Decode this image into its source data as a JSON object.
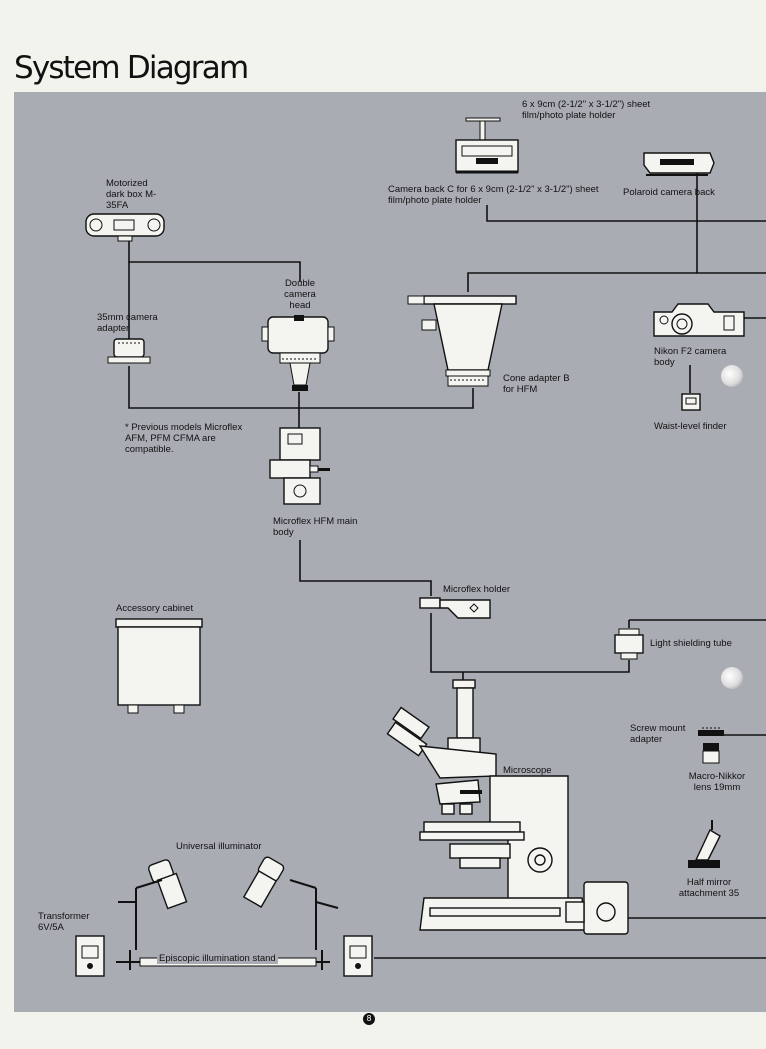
{
  "title": "System Diagram",
  "page_number": "8",
  "footnote": "* Previous models Microflex AFM, PFM CFMA are compatible.",
  "components": {
    "sheet_film_holder": "6 x 9cm (2-1/2\" x 3-1/2\") sheet film/photo plate holder",
    "camera_back_c": "Camera back C for 6 x 9cm (2-1/2\" x 3-1/2\") sheet film/photo plate holder",
    "polaroid_back": "Polaroid camera back",
    "motorized_dark_box": "Motorized dark box M-35FA",
    "double_camera_head": "Double camera head",
    "camera_adapter_35mm": "35mm camera adapter",
    "cone_adapter_b": "Cone adapter B for HFM",
    "nikon_f2": "Nikon F2 camera body",
    "waist_level_finder": "Waist-level finder",
    "microflex_main_body": "Microflex HFM main body",
    "microflex_holder": "Microflex holder",
    "accessory_cabinet": "Accessory cabinet",
    "light_shielding_tube": "Light shielding tube",
    "screw_mount_adapter": "Screw mount adapter",
    "macro_nikkor": "Macro-Nikkor lens 19mm",
    "microscope": "Microscope",
    "half_mirror": "Half mirror attachment 35",
    "universal_illuminator": "Universal illuminator",
    "transformer": "Transformer 6V/5A",
    "episcopic_stand": "Episcopic illumination stand"
  },
  "colors": {
    "panel": "#a9acb3",
    "page": "#f3f3ee",
    "ink": "#111111",
    "part": "#f4f4f0"
  }
}
